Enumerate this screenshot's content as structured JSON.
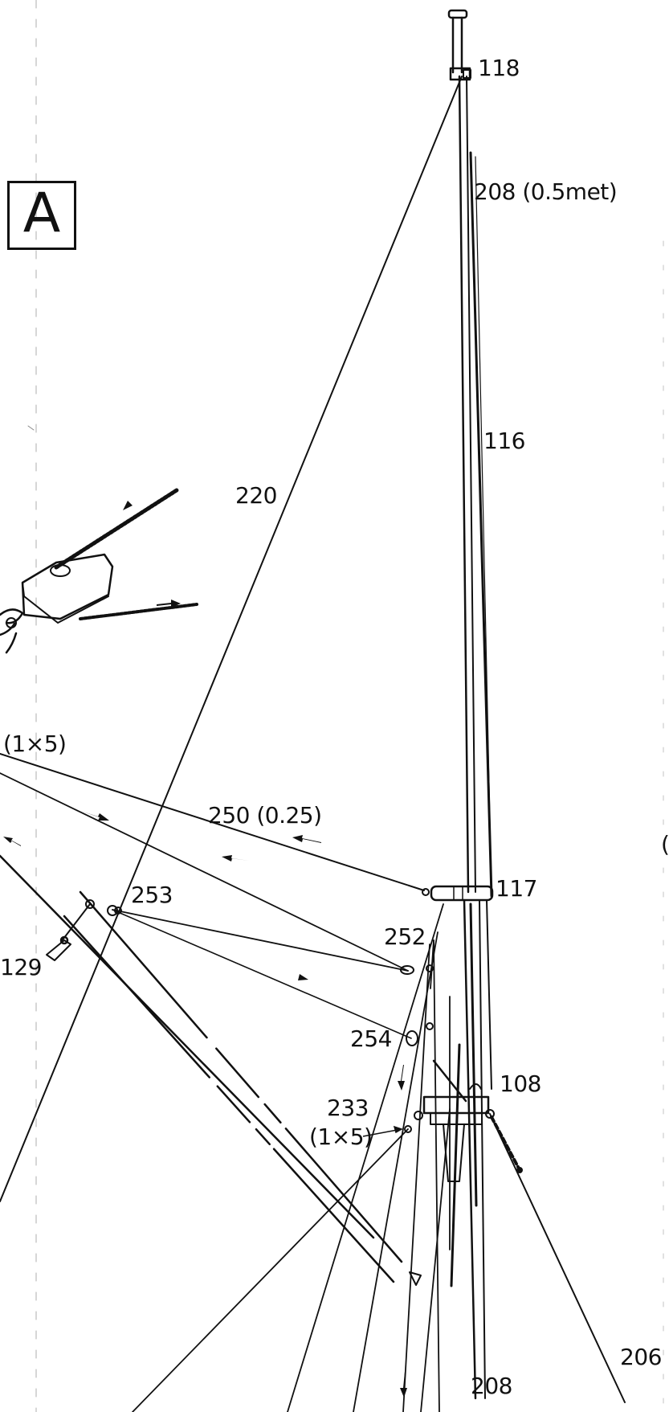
{
  "panel_letter": "A",
  "labels": {
    "l118": "118",
    "l208_top": "208 (0.5met)",
    "l116": "116",
    "l220": "220",
    "l1x5_left": "(1×5)",
    "l250": "250 (0.25)",
    "l253": "253",
    "l117": "117",
    "l252": "252",
    "l129": "129",
    "l254": "254",
    "l108": "108",
    "l233": "233",
    "l1x5_lower": "(1×5)",
    "l206": "206",
    "l208_bottom": "208",
    "l_edge_right": "("
  },
  "colors": {
    "ink": "#111111",
    "paper": "#ffffff"
  }
}
